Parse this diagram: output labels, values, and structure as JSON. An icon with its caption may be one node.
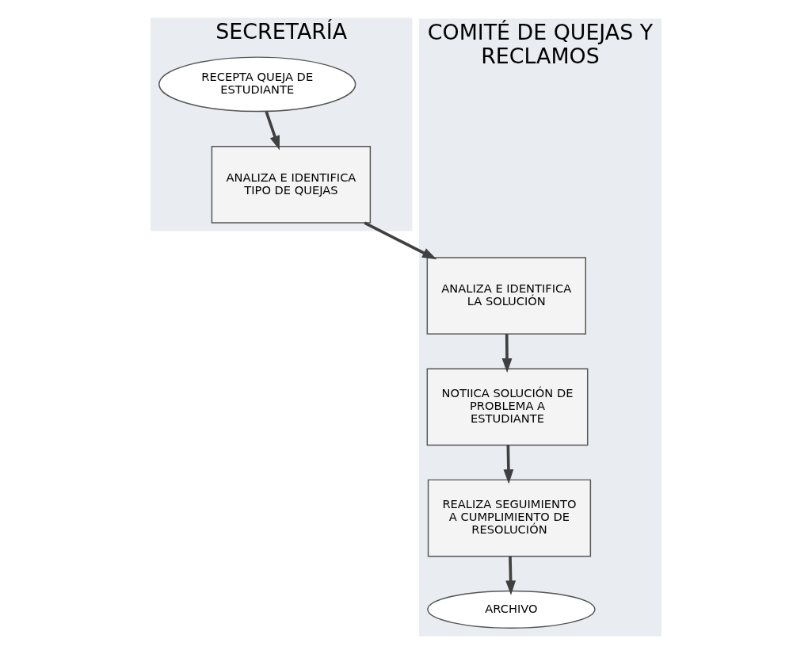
{
  "diagram": {
    "nodes": [
      {
        "text": [
          "SECRETARÍA"
        ]
      },
      {
        "text": [
          "RECEPTA QUEJA DE ESTUDIANTE"
        ],
        "in": 0
      },
      {
        "text": [
          "ANALIZA E IDENTIFICA TIPO DE QUEJAS"
        ],
        "in": 0
      },
      {
        "text": [
          "COMITÉ DE QUEJAS Y RECLAMOS"
        ]
      },
      {
        "text": [
          "ANALIZA E IDENTIFICA LA SOLUCIÓN"
        ],
        "in": 3
      },
      {
        "text": [
          "NOTIICA SOLUCIÓN DE PROBLEMA A ESTUDIANTE"
        ],
        "in": 3
      },
      {
        "text": [
          "REALIZA SEGUIMIENTO A CUMPLIMIENTO DE RESOLUCIÓN"
        ],
        "in": 3
      },
      {
        "text": [
          "ARCHIVO"
        ],
        "in": 3
      }
    ],
    "edges": [
      {
        "from": 1,
        "to": 2,
        "arrow": "to"
      },
      {
        "from": 2,
        "to": 4,
        "arrow": "to"
      },
      {
        "from": 4,
        "to": 5,
        "arrow": "to"
      },
      {
        "from": 5,
        "to": 6,
        "arrow": "to"
      },
      {
        "from": 6,
        "to": 7,
        "arrow": "to"
      }
    ]
  }
}
